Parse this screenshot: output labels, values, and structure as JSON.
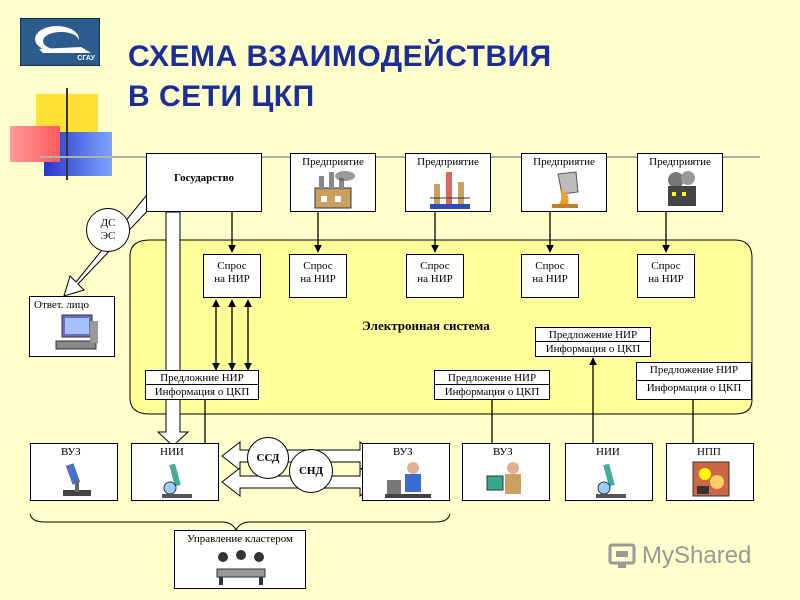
{
  "title": {
    "line1": "СХЕМА ВЗАИМОДЕЙСТВИЯ",
    "line2": "В СЕТИ ЦКП"
  },
  "logo": {
    "text": "СГАУ"
  },
  "top_row": {
    "state": "Государство",
    "enterprises": [
      "Предприятие",
      "Предприятие",
      "Предприятие",
      "Предприятие"
    ]
  },
  "demand": [
    "Спрос\nна НИР",
    "Спрос\nна НИР",
    "Спрос\nна НИР",
    "Спрос\nна НИР",
    "Спрос\nна НИР"
  ],
  "ds_es": "ДС\nЭС",
  "responsible": "Ответ. лицо",
  "electronic_system": "Электронная система",
  "offers": [
    {
      "top": "Предложние НИР",
      "bottom": "Информация о ЦКП"
    },
    {
      "top": "Предложение НИР",
      "bottom": "Информация о ЦКП"
    },
    {
      "top": "Предложение НИР",
      "bottom": "Информация о ЦКП"
    },
    {
      "top": "Предложение НИР",
      "bottom": "Информация о ЦКП"
    }
  ],
  "bottom_row": [
    "ВУЗ",
    "НИИ",
    "ВУЗ",
    "ВУЗ",
    "НИИ",
    "НПП"
  ],
  "ssd": "ССД",
  "snd": "СНД",
  "cluster": "Управление кластером",
  "watermark": "MyShared",
  "colors": {
    "title": "#1a2d9a",
    "background": "#ffffcc",
    "cloud": "#ffff99"
  }
}
